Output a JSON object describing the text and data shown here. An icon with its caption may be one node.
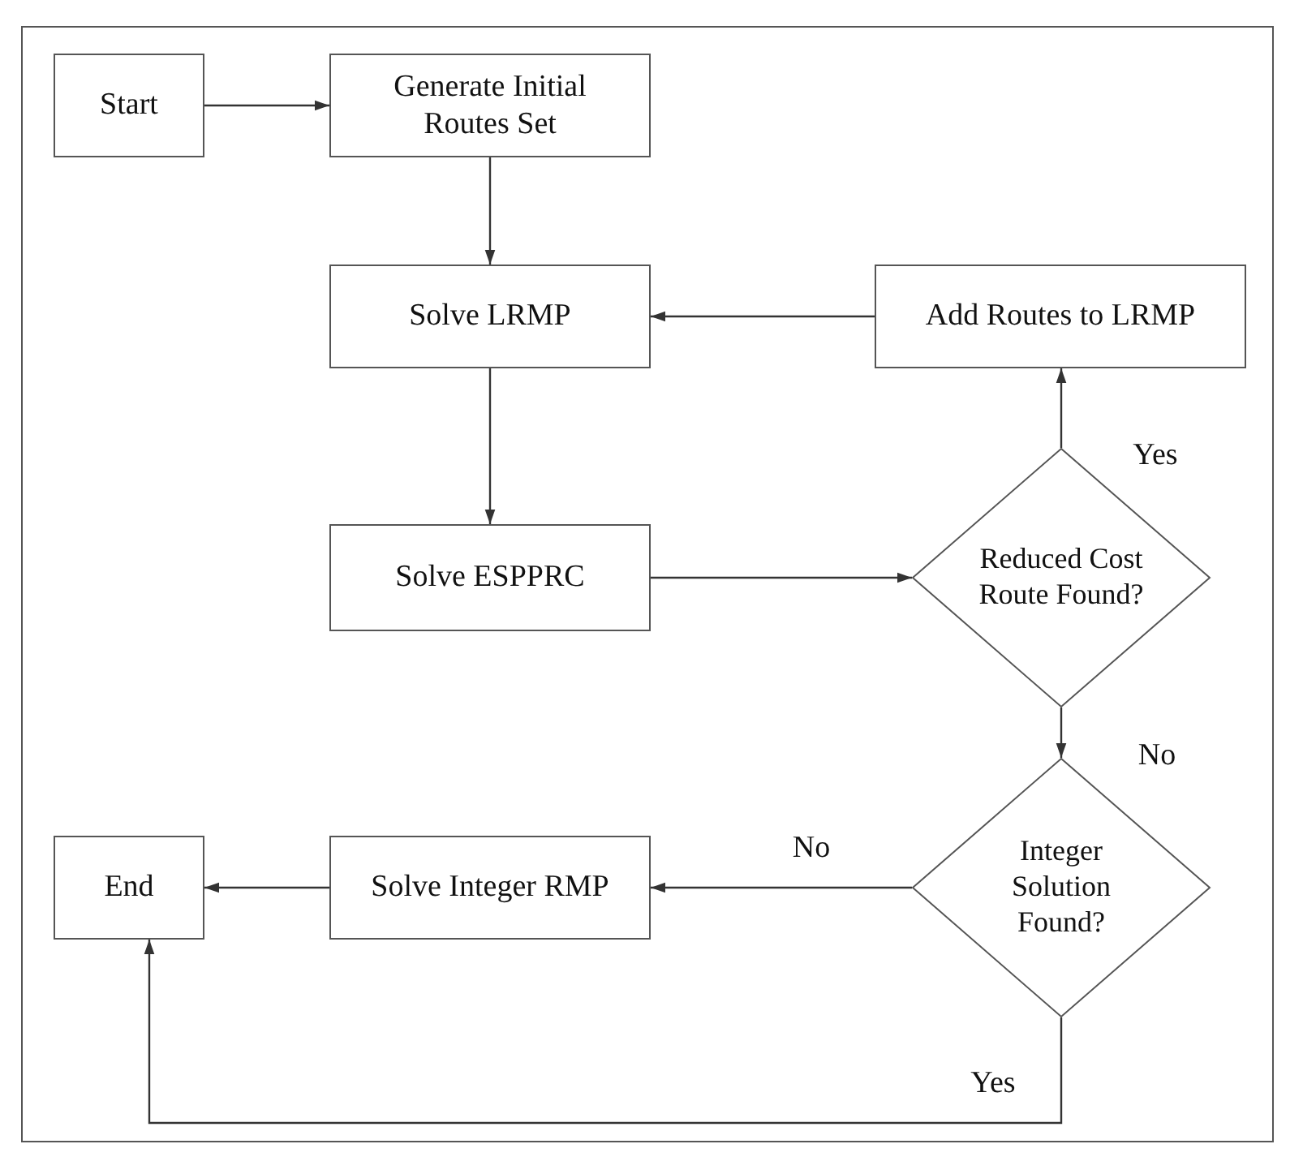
{
  "diagram": {
    "nodes": [
      {
        "text": [
          "Start"
        ]
      },
      {
        "text": [
          "Generate Initial Routes Set"
        ]
      },
      {
        "text": [
          "Solve LRMP"
        ]
      },
      {
        "text": [
          "Add Routes to LRMP"
        ]
      },
      {
        "text": [
          "Solve ESPPRC"
        ]
      },
      {
        "text": [
          "Reduced Cost Route Found?"
        ]
      },
      {
        "text": [
          "End"
        ]
      },
      {
        "text": [
          "Solve Integer RMP"
        ]
      },
      {
        "text": [
          "Integer Solution Found?"
        ]
      }
    ],
    "edges": [
      {
        "from": 0,
        "to": 1,
        "arrow": "to"
      },
      {
        "from": 1,
        "to": 2,
        "arrow": "to"
      },
      {
        "from": 2,
        "to": 4,
        "arrow": "to"
      },
      {
        "from": 4,
        "to": 5,
        "arrow": "to"
      },
      {
        "from": 5,
        "to": 3,
        "arrow": "to",
        "label": "Yes"
      },
      {
        "from": 3,
        "to": 2,
        "arrow": "to"
      },
      {
        "from": 5,
        "to": 8,
        "arrow": "to",
        "label": "No"
      },
      {
        "from": 8,
        "to": 7,
        "arrow": "to",
        "label": "No"
      },
      {
        "from": 8,
        "to": 6,
        "arrow": "to",
        "label": "Yes"
      },
      {
        "from": 7,
        "to": 6,
        "arrow": "to"
      }
    ]
  }
}
